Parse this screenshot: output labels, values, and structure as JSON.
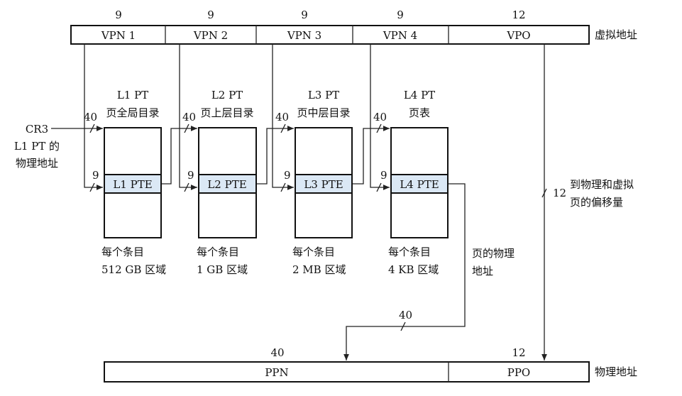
{
  "virtual_address": {
    "label": "虚拟地址",
    "fields": [
      {
        "name": "VPN 1",
        "bits": "9"
      },
      {
        "name": "VPN 2",
        "bits": "9"
      },
      {
        "name": "VPN 3",
        "bits": "9"
      },
      {
        "name": "VPN 4",
        "bits": "9"
      },
      {
        "name": "VPO",
        "bits": "12"
      }
    ]
  },
  "cr3": {
    "name": "CR3",
    "line1": "L1 PT 的",
    "line2": "物理地址"
  },
  "tables": [
    {
      "title": "L1 PT",
      "subtitle": "页全局目录",
      "in_bits": "40",
      "idx_bits": "9",
      "pte": "L1 PTE",
      "cap1": "每个条目",
      "cap2": "512 GB 区域"
    },
    {
      "title": "L2 PT",
      "subtitle": "页上层目录",
      "in_bits": "40",
      "idx_bits": "9",
      "pte": "L2 PTE",
      "cap1": "每个条目",
      "cap2": "1 GB 区域"
    },
    {
      "title": "L3 PT",
      "subtitle": "页中层目录",
      "in_bits": "40",
      "idx_bits": "9",
      "pte": "L3 PTE",
      "cap1": "每个条目",
      "cap2": "2 MB 区域"
    },
    {
      "title": "L4 PT",
      "subtitle": "页表",
      "in_bits": "40",
      "idx_bits": "9",
      "pte": "L4 PTE",
      "cap1": "每个条目",
      "cap2": "4 KB 区域"
    }
  ],
  "offset_note": {
    "bits": "12",
    "line1": "到物理和虚拟",
    "line2": "页的偏移量"
  },
  "page_phys": {
    "bits": "40",
    "line1": "页的物理",
    "line2": "地址"
  },
  "physical_address": {
    "label": "物理地址",
    "fields": [
      {
        "name": "PPN",
        "bits": "40"
      },
      {
        "name": "PPO",
        "bits": "12"
      }
    ]
  }
}
